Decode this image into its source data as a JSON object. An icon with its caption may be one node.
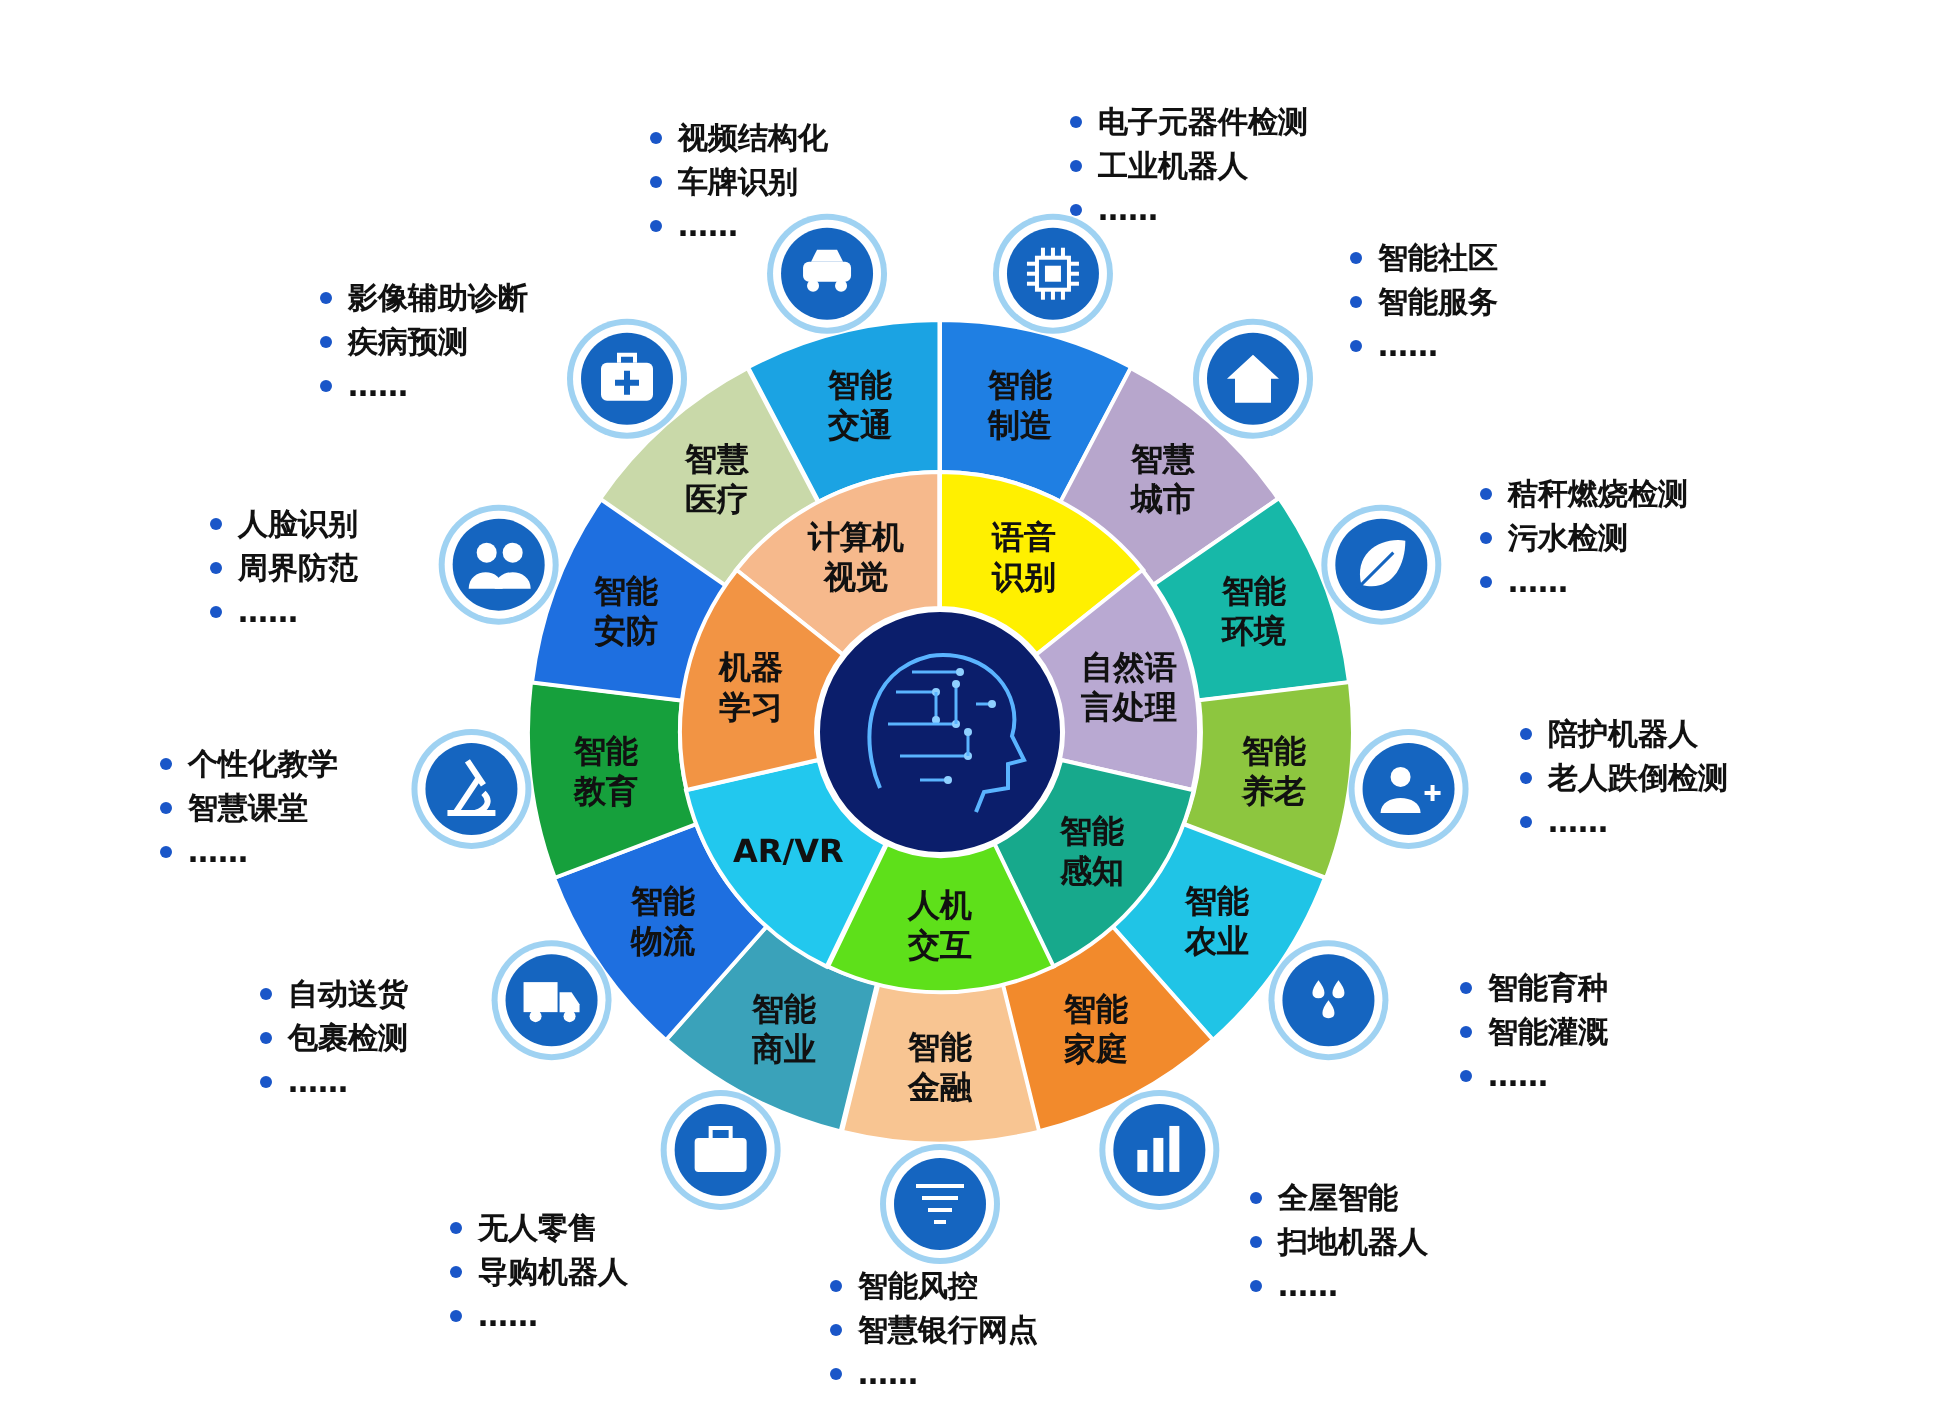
{
  "diagram": {
    "nodes": [
      {
        "text": [],
        "shape": "picture"
      },
      {
        "text": [
          "计算机视觉"
        ]
      },
      {
        "text": [
          "语音识别"
        ]
      },
      {
        "text": [
          "自然语言处理"
        ]
      },
      {
        "text": [
          "智能感知"
        ]
      },
      {
        "text": [
          "人机交互"
        ]
      },
      {
        "text": [
          "AR/VR"
        ]
      },
      {
        "text": [
          "机器学习"
        ]
      },
      {
        "text": [
          "智能交通"
        ],
        "beside": [
          "视频结构化",
          "车牌识别",
          "……"
        ]
      },
      {
        "text": [
          "智能制造"
        ],
        "beside": [
          "电子元器件检测",
          "工业机器人",
          "……"
        ]
      },
      {
        "text": [
          "智慧城市"
        ],
        "beside": [
          "智能社区",
          "智能服务",
          "……"
        ]
      },
      {
        "text": [
          "智能环境"
        ],
        "beside": [
          "秸秆燃烧检测",
          "污水检测",
          "……"
        ]
      },
      {
        "text": [
          "智能养老"
        ],
        "beside": [
          "陪护机器人",
          "老人跌倒检测",
          "……"
        ]
      },
      {
        "text": [
          "智能农业"
        ],
        "beside": [
          "智能育种",
          "智能灌溉",
          "……"
        ]
      },
      {
        "text": [
          "智能家庭"
        ],
        "beside": [
          "全屋智能",
          "扫地机器人",
          "……"
        ]
      },
      {
        "text": [
          "智能金融"
        ],
        "beside": [
          "智能风控",
          "智慧银行网点",
          "……"
        ]
      },
      {
        "text": [
          "智能商业"
        ],
        "beside": [
          "无人零售",
          "导购机器人",
          "……"
        ]
      },
      {
        "text": [
          "智能物流"
        ],
        "beside": [
          "自动送货",
          "包裹检测",
          "……"
        ]
      },
      {
        "text": [
          "智能教育"
        ],
        "beside": [
          "个性化教学",
          "智慧课堂",
          "……"
        ]
      },
      {
        "text": [
          "智能安防"
        ],
        "beside": [
          "人脸识别",
          "周界防范",
          "……"
        ]
      },
      {
        "text": [
          "智慧医疗"
        ],
        "beside": [
          "影像辅助诊断",
          "疾病预测",
          "……"
        ]
      }
    ],
    "edges": []
  }
}
